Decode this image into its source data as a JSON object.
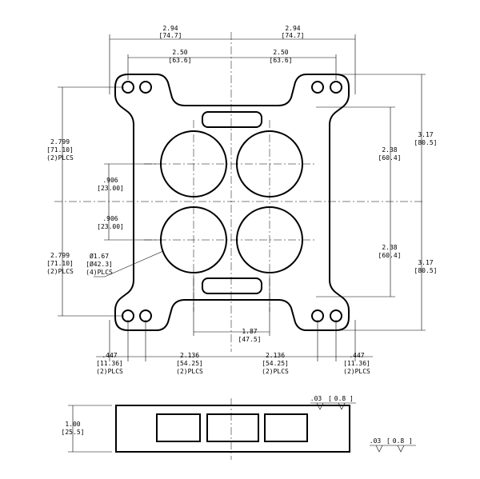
{
  "plan_view": {
    "dims_top": {
      "left_outer": [
        "2.94",
        "[74.7]"
      ],
      "right_outer": [
        "2.94",
        "[74.7]"
      ],
      "left_inner": [
        "2.50",
        "[63.6]"
      ],
      "right_inner": [
        "2.50",
        "[63.6]"
      ]
    },
    "dims_left": {
      "upper": [
        "2.799",
        "[71.10]",
        "(2)PLCS"
      ],
      "lower": [
        "2.799",
        "[71.10]",
        "(2)PLCS"
      ],
      "bore_up": [
        ".906",
        "[23.00]"
      ],
      "bore_down": [
        ".906",
        "[23.00]"
      ],
      "hole_callout": [
        "Ø1.67",
        "[Ø42.3]",
        "(4)PLCS"
      ]
    },
    "dims_right": {
      "upper_inner": [
        "2.38",
        "[60.4]"
      ],
      "lower_inner": [
        "2.38",
        "[60.4]"
      ],
      "upper_outer": [
        "3.17",
        "[80.5]"
      ],
      "lower_outer": [
        "3.17",
        "[80.5]"
      ]
    },
    "dims_bottom": {
      "center_span": [
        "1.87",
        "[47.5]"
      ],
      "left_edge": [
        ".447",
        "[11.36]",
        "(2)PLCS"
      ],
      "left_mid": [
        "2.136",
        "[54.25]",
        "(2)PLCS"
      ],
      "right_mid": [
        "2.136",
        "[54.25]",
        "(2)PLCS"
      ],
      "right_edge": [
        ".447",
        "[11.36]",
        "(2)PLCS"
      ]
    }
  },
  "side_view": {
    "thickness": [
      "1.00",
      "[25.5]"
    ],
    "tol_top": [
      ".03",
      "0.8"
    ],
    "tol_bottom": [
      ".03",
      "0.8"
    ]
  }
}
